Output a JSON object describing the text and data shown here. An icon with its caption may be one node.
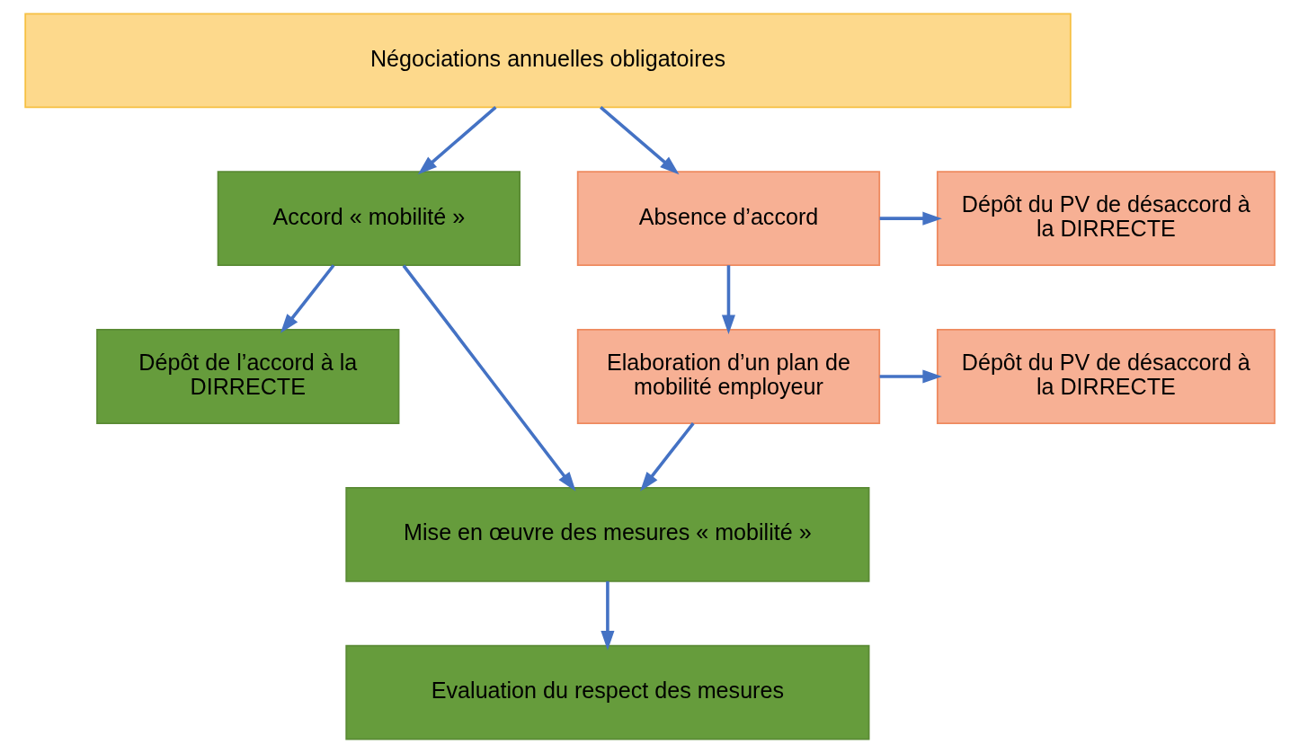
{
  "diagram": {
    "nodes": [
      {
        "text": [
          "Négociations annuelles obligatoires"
        ]
      },
      {
        "text": [
          "Accord « mobilité »"
        ]
      },
      {
        "text": [
          "Absence d’accord"
        ]
      },
      {
        "text": [
          "Dépôt du PV de désaccord à la DIRRECTE"
        ]
      },
      {
        "text": [
          "Dépôt de l’accord à la DIRRECTE"
        ]
      },
      {
        "text": [
          "Elaboration d’un plan de mobilité employeur"
        ]
      },
      {
        "text": [
          "Dépôt du PV de désaccord à la DIRRECTE"
        ]
      },
      {
        "text": [
          "Mise en œuvre des mesures « mobilité »"
        ]
      },
      {
        "text": [
          "Evaluation du respect des mesures"
        ]
      }
    ],
    "edges": [
      {
        "from": 0,
        "to": 1,
        "arrow": "to"
      },
      {
        "from": 0,
        "to": 2,
        "arrow": "to"
      },
      {
        "from": 2,
        "to": 3,
        "arrow": "to"
      },
      {
        "from": 1,
        "to": 4,
        "arrow": "to"
      },
      {
        "from": 1,
        "to": 7,
        "arrow": "to"
      },
      {
        "from": 2,
        "to": 5,
        "arrow": "to"
      },
      {
        "from": 5,
        "to": 6,
        "arrow": "to"
      },
      {
        "from": 5,
        "to": 7,
        "arrow": "to"
      },
      {
        "from": 7,
        "to": 8,
        "arrow": "to"
      }
    ]
  }
}
